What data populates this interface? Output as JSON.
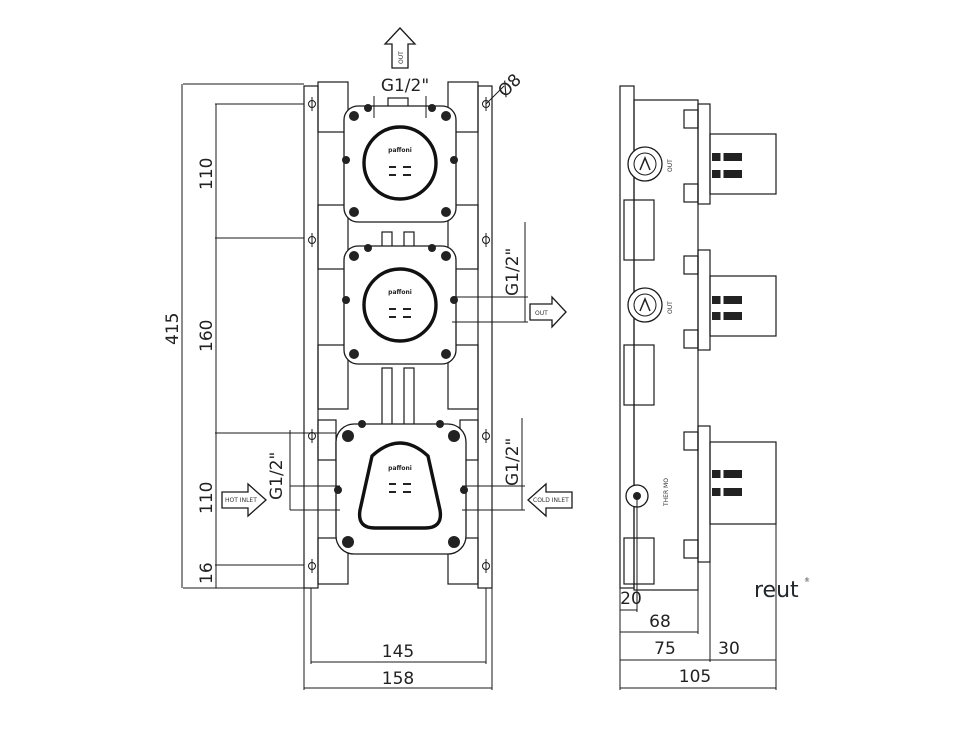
{
  "dims": {
    "d415": "415",
    "d110_top": "110",
    "d160": "160",
    "d110_bot": "110",
    "d16": "16",
    "d145": "145",
    "d158": "158",
    "d20": "20",
    "d68": "68",
    "d75": "75",
    "d30": "30",
    "d105": "105"
  },
  "threads": {
    "top": "G1/2\"",
    "right_mid": "G1/2\"",
    "left_bot": "G1/2\"",
    "right_bot": "G1/2\""
  },
  "hole": "Ø8",
  "arrows": {
    "top_out": "OUT",
    "mid_out": "OUT",
    "hot_inlet": "HOT INLET",
    "cold_inlet": "COLD INLET"
  },
  "body_brand": "paffoni",
  "side_labels": {
    "out1": "OUT",
    "out2": "OUT",
    "thermo": "THER MO"
  },
  "logo": {
    "text": "reut",
    "mark": "®"
  }
}
